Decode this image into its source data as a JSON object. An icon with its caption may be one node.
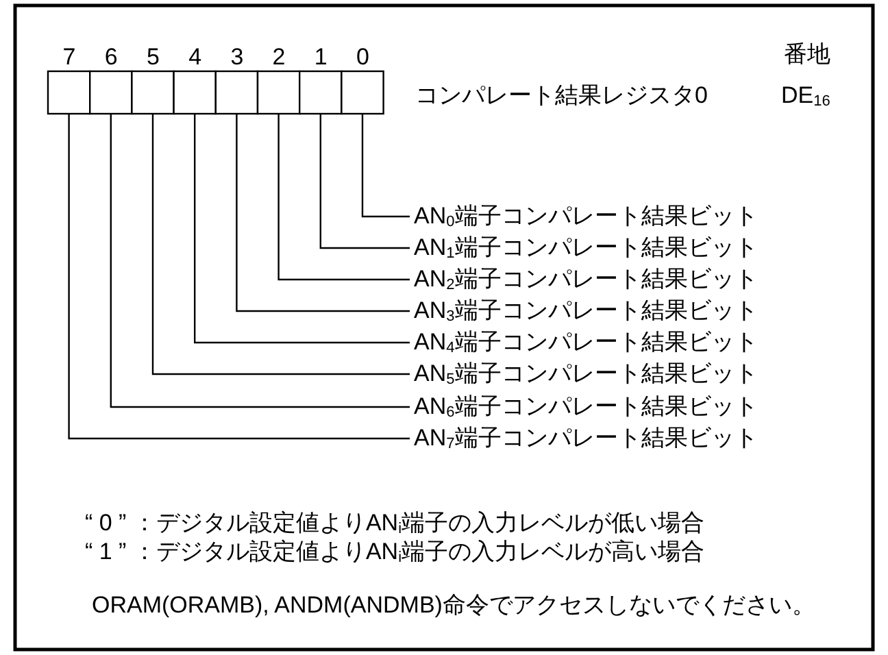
{
  "diagram": {
    "nodes": [
      {
        "text": [],
        "shape": "box"
      },
      {
        "text": [],
        "shape": "box"
      },
      {
        "text": [],
        "shape": "box"
      },
      {
        "text": [],
        "shape": "box"
      },
      {
        "text": [],
        "shape": "box"
      },
      {
        "text": [],
        "shape": "box"
      },
      {
        "text": [],
        "shape": "box"
      },
      {
        "text": [],
        "shape": "box"
      },
      {
        "text": [
          "AN$_{0}$端子コンパレート結果ビット"
        ]
      },
      {
        "text": [
          "AN$_{1}$端子コンパレート結果ビット"
        ]
      },
      {
        "text": [
          "AN$_{2}$端子コンパレート結果ビット"
        ]
      },
      {
        "text": [
          "AN$_{3}$端子コンパレート結果ビット"
        ]
      },
      {
        "text": [
          "AN$_{4}$端子コンパレート結果ビット"
        ]
      },
      {
        "text": [
          "AN$_{5}$端子コンパレート結果ビット"
        ]
      },
      {
        "text": [
          "AN$_{6}$端子コンパレート結果ビット"
        ]
      },
      {
        "text": [
          "AN$_{7}$端子コンパレート結果ビット"
        ]
      }
    ],
    "edges": [
      {
        "from": 8,
        "to": 7,
        "arrow": "none"
      },
      {
        "from": 9,
        "to": 6,
        "arrow": "none"
      },
      {
        "from": 10,
        "to": 5,
        "arrow": "none"
      },
      {
        "from": 11,
        "to": 4,
        "arrow": "none"
      },
      {
        "from": 12,
        "to": 3,
        "arrow": "none"
      },
      {
        "from": 13,
        "to": 2,
        "arrow": "none"
      },
      {
        "from": 14,
        "to": 1,
        "arrow": "none"
      },
      {
        "from": 15,
        "to": 0,
        "arrow": "none"
      }
    ],
    "labels": [
      "7",
      "6",
      "5",
      "4",
      "3",
      "2",
      "1",
      "0",
      "番地",
      "コンパレート結果レジスタ0",
      "DE$_{16}$",
      "“ 0 ” ：デジタル設定値よりAN$_{i}$端子の入力レベルが低い場合",
      "“ 1 ” ：デジタル設定値よりAN$_{i}$端子の入力レベルが高い場合",
      "ORAM(ORAMB), ANDM(ANDMB)命令でアクセスしないでください。"
    ]
  }
}
